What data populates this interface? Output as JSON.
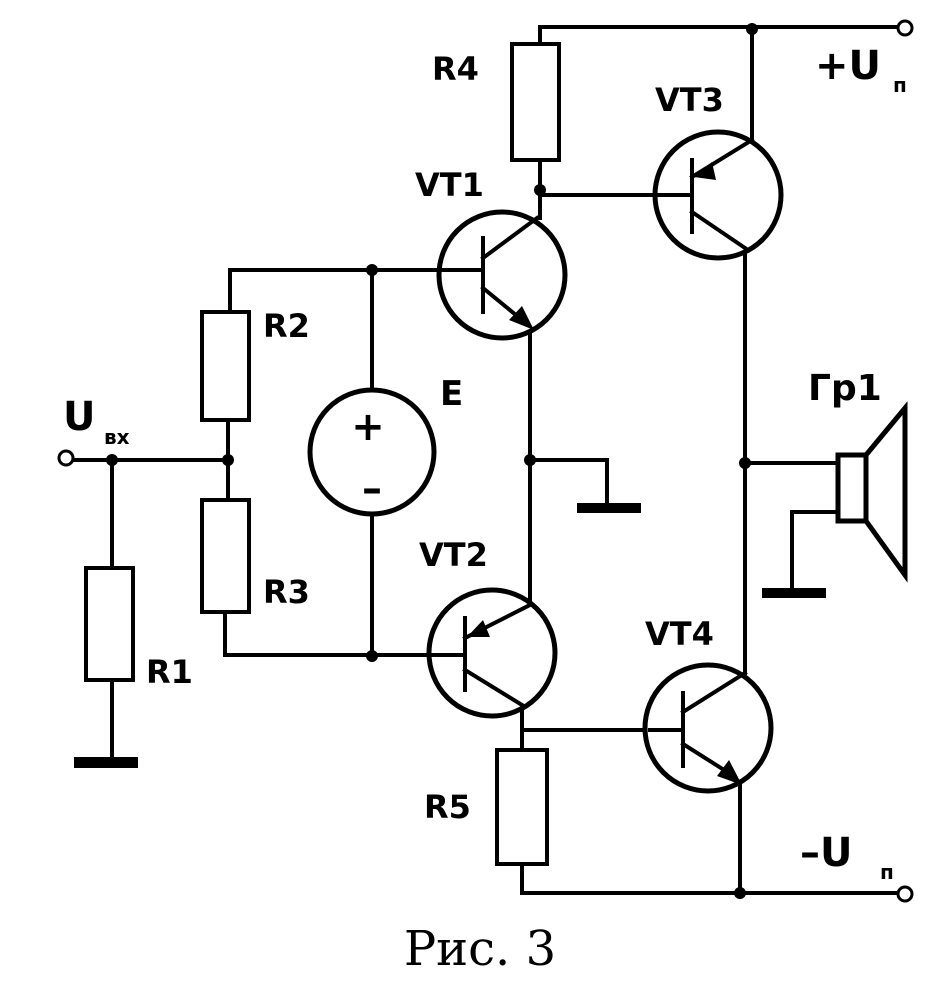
{
  "labels": {
    "r1": "R1",
    "r2": "R2",
    "r3": "R3",
    "r4": "R4",
    "r5": "R5",
    "vt1": "VT1",
    "vt2": "VT2",
    "vt3": "VT3",
    "vt4": "VT4",
    "e": "E",
    "gr1": "Гр1",
    "uin_main": "U",
    "uin_sub": "вх",
    "vplus_main": "+U",
    "vplus_sub": "п",
    "vminus_main": "–U",
    "vminus_sub": "п",
    "src_plus": "+",
    "src_minus": "–"
  },
  "caption": "Рис. 3"
}
